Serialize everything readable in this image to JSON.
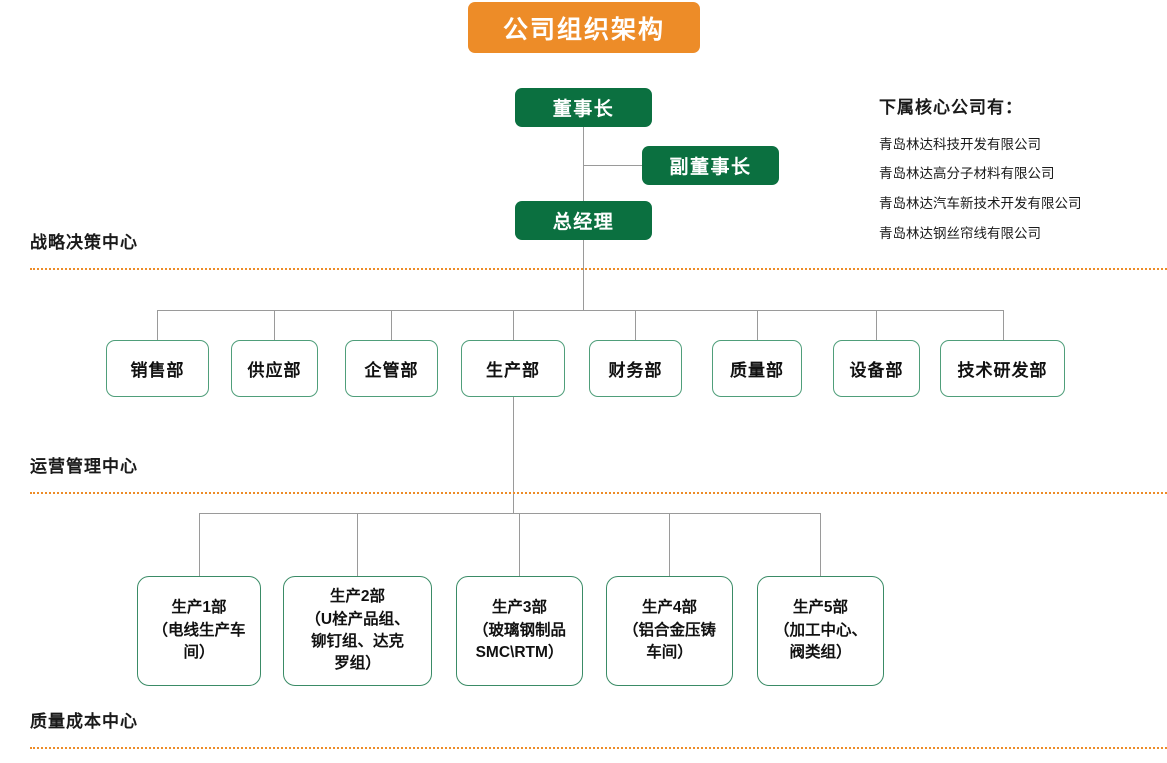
{
  "title": "公司组织架构",
  "theme": {
    "accent_orange": "#ED8C28",
    "exec_green": "#0B7040",
    "dept_border_green": "#4F9E7A",
    "line_gray": "#9A9A9A",
    "text_dark": "#1A1A1A"
  },
  "executives": [
    {
      "label": "董事长"
    },
    {
      "label": "副董事长"
    },
    {
      "label": "总经理"
    }
  ],
  "departments": [
    {
      "label": "销售部"
    },
    {
      "label": "供应部"
    },
    {
      "label": "企管部"
    },
    {
      "label": "生产部"
    },
    {
      "label": "财务部"
    },
    {
      "label": "质量部"
    },
    {
      "label": "设备部"
    },
    {
      "label": "技术研发部"
    }
  ],
  "production_units": [
    {
      "line1": "生产1部",
      "line2": "（电线生产车",
      "line3": "间）"
    },
    {
      "line1": "生产2部",
      "line2": "（U栓产品组、",
      "line3": "铆钉组、达克",
      "line4": "罗组）"
    },
    {
      "line1": "生产3部",
      "line2": "（玻璃钢制品",
      "line3": "SMC\\RTM）"
    },
    {
      "line1": "生产4部",
      "line2": "（铝合金压铸",
      "line3": "车间）"
    },
    {
      "line1": "生产5部",
      "line2": "（加工中心、",
      "line3": "阀类组）"
    }
  ],
  "bands": [
    {
      "label": "战略决策中心"
    },
    {
      "label": "运营管理中心"
    },
    {
      "label": "质量成本中心"
    }
  ],
  "subsidiaries": {
    "heading": "下属核心公司有：",
    "items": [
      {
        "name": "青岛林达科技开发有限公司"
      },
      {
        "name": "青岛林达高分子材料有限公司"
      },
      {
        "name": "青岛林达汽车新技术开发有限公司"
      },
      {
        "name": "青岛林达钢丝帘线有限公司"
      }
    ]
  }
}
